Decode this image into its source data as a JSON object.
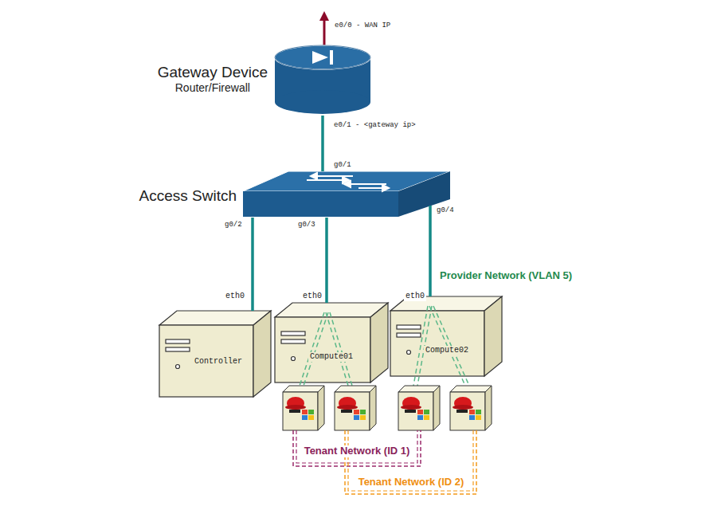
{
  "diagram": {
    "nodes": [
      {
        "text": [
          "Gateway Device",
          "Router/Firewall"
        ]
      },
      {
        "text": [
          "Access Switch"
        ]
      },
      {
        "text": [
          "Controller"
        ]
      },
      {
        "text": [
          "Compute01"
        ]
      },
      {
        "text": [
          "Compute02"
        ]
      }
    ],
    "edges": [
      {
        "from": 0,
        "to": 1,
        "arrow": "none"
      },
      {
        "from": 1,
        "to": 2,
        "arrow": "none"
      },
      {
        "from": 1,
        "to": 3,
        "arrow": "none"
      },
      {
        "from": 1,
        "to": 4,
        "arrow": "none"
      }
    ],
    "labels": [
      "e0/0 - WAN IP",
      "e0/1 - <gateway ip>",
      "g0/1",
      "g0/2",
      "g0/3",
      "g0/4",
      "eth0",
      "eth0",
      "eth0",
      "Provider Network (VLAN 5)",
      "Tenant Network (ID 1)",
      "Tenant Network (ID 2)"
    ]
  }
}
